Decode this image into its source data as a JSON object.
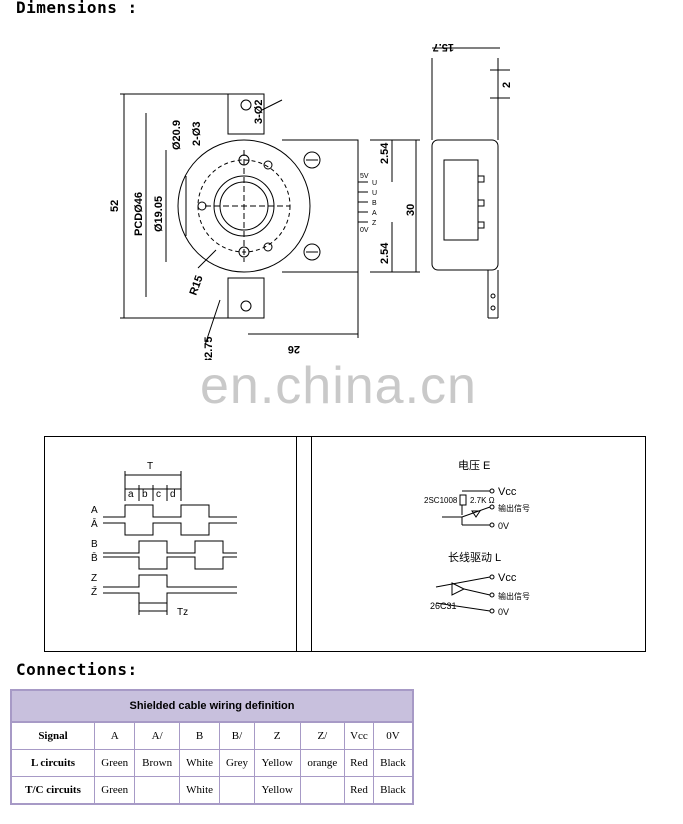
{
  "headings": {
    "dimensions": "Dimensions :",
    "connections": "Connections:"
  },
  "watermark": "en.china.cn",
  "drawing": {
    "dim_52": "52",
    "pcd": "PCDØ46",
    "d20_9": "Ø20.9",
    "d19_05": "Ø19.05",
    "holes_2": "2-Ø3",
    "holes_3": "3-Ø2",
    "r15": "R15",
    "d32_75": "32.75",
    "d26": "26",
    "d2_54_top": "2.54",
    "d2_54_bot": "2.54",
    "d30": "30",
    "d15_7": "15.7",
    "d2": "2",
    "pin_labels": [
      "U",
      "U",
      "B",
      "A",
      "Z",
      "5V",
      "0V"
    ]
  },
  "timing": {
    "period": "T",
    "phases": [
      "a",
      "b",
      "c",
      "d"
    ],
    "channels": [
      "A",
      "Ā",
      "B",
      "B̄",
      "Z",
      "Z̄"
    ],
    "tz": "Tz"
  },
  "circuit": {
    "title_e": "电压 E",
    "vcc": "Vcc",
    "part1": "2SC1008",
    "resistor": "2.7K Ω",
    "out1": "输出信号",
    "ov": "0V",
    "title_l": "长线驱动 L",
    "vcc2": "Vcc",
    "out2": "输出信号",
    "part2": "26C31",
    "ov2": "0V"
  },
  "wiring": {
    "title": "Shielded cable wiring definition",
    "header": [
      "Signal",
      "A",
      "A/",
      "B",
      "B/",
      "Z",
      "Z/",
      "Vcc",
      "0V"
    ],
    "rows": [
      [
        "L circuits",
        "Green",
        "Brown",
        "White",
        "Grey",
        "Yellow",
        "orange",
        "Red",
        "Black"
      ],
      [
        "T/C circuits",
        "Green",
        "",
        "White",
        "",
        "Yellow",
        "",
        "Red",
        "Black"
      ]
    ]
  }
}
